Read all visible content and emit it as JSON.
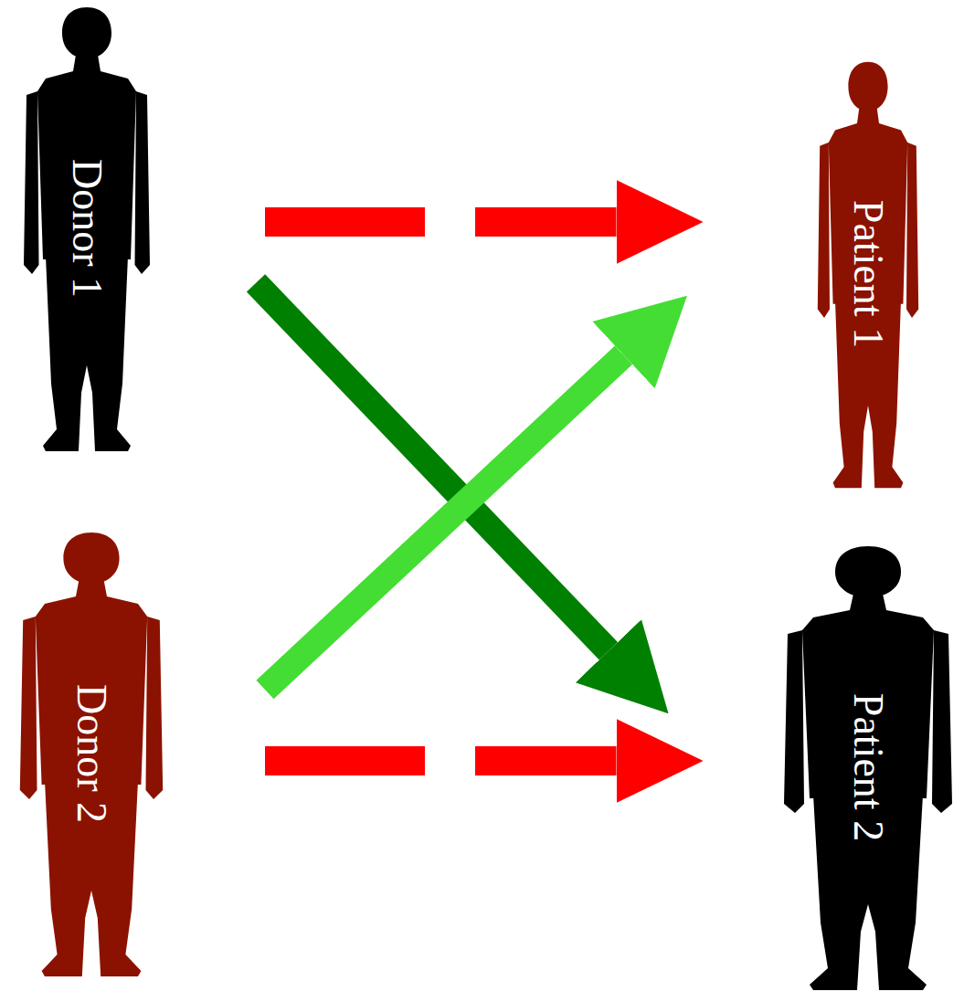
{
  "diagram": {
    "nodes": [
      {
        "text": [
          "Donor 1"
        ]
      },
      {
        "text": [
          "Patient 1"
        ]
      },
      {
        "text": [
          "Donor 2"
        ]
      },
      {
        "text": [
          "Patient 2"
        ]
      }
    ],
    "edges": [
      {
        "from": 0,
        "to": 1,
        "arrow": "to"
      },
      {
        "from": 0,
        "to": 3,
        "arrow": "to"
      },
      {
        "from": 2,
        "to": 1,
        "arrow": "to"
      },
      {
        "from": 2,
        "to": 3,
        "arrow": "to"
      }
    ]
  }
}
